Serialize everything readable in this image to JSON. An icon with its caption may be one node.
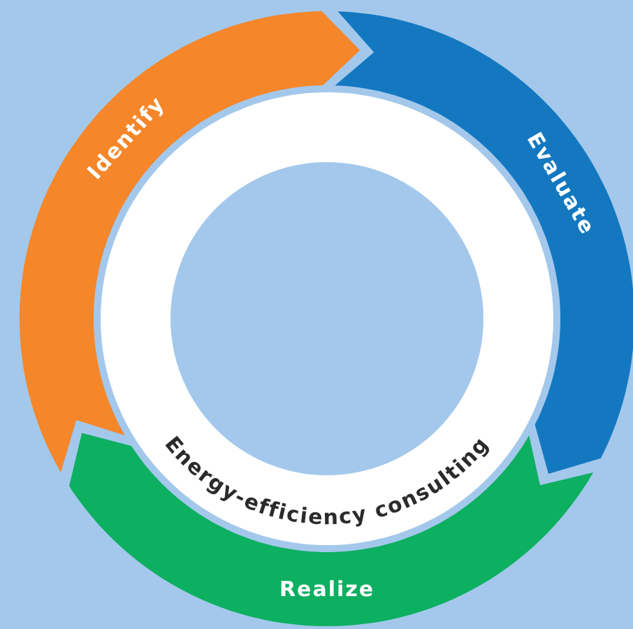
{
  "diagram": {
    "nodes": [
      {
        "text": [
          "Identify"
        ]
      },
      {
        "text": [
          "Evaluate"
        ]
      },
      {
        "text": [
          "Realize"
        ]
      },
      {
        "text": [
          "Energy-efficiency consulting"
        ]
      }
    ]
  }
}
